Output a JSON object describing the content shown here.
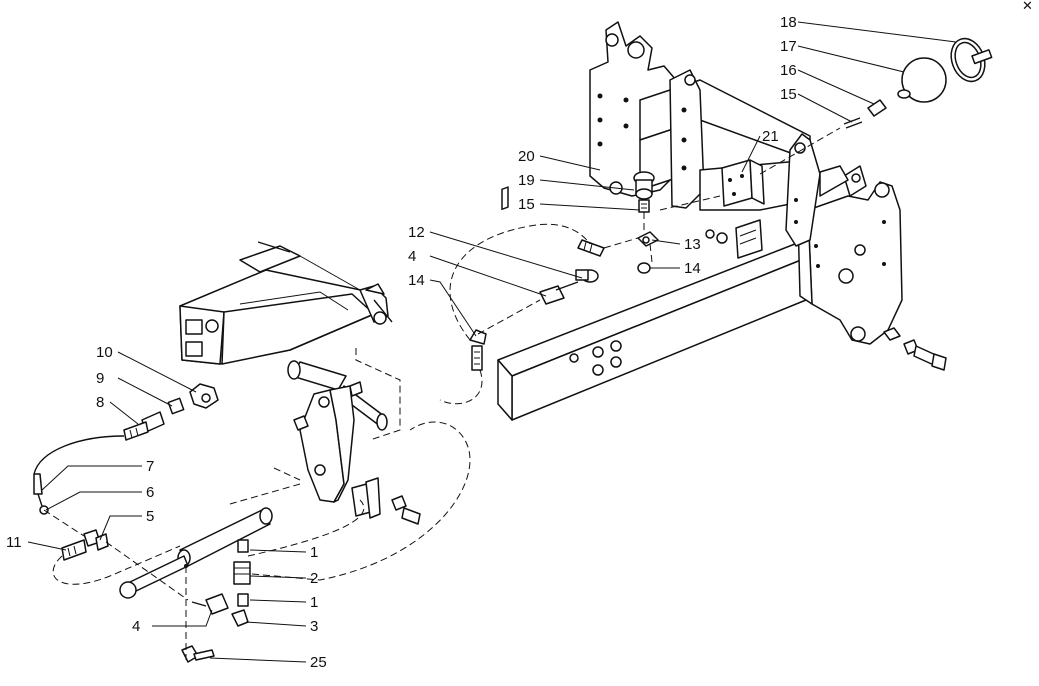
{
  "callouts": [
    {
      "label": "18"
    },
    {
      "label": "17"
    },
    {
      "label": "16"
    },
    {
      "label": "15"
    },
    {
      "label": "21"
    },
    {
      "label": "20"
    },
    {
      "label": "19"
    },
    {
      "label": "15"
    },
    {
      "label": "12"
    },
    {
      "label": "13"
    },
    {
      "label": "4"
    },
    {
      "label": "14"
    },
    {
      "label": "14"
    },
    {
      "label": "10"
    },
    {
      "label": "9"
    },
    {
      "label": "8"
    },
    {
      "label": "7"
    },
    {
      "label": "6"
    },
    {
      "label": "5"
    },
    {
      "label": "11"
    },
    {
      "label": "1"
    },
    {
      "label": "2"
    },
    {
      "label": "1"
    },
    {
      "label": "4"
    },
    {
      "label": "3"
    },
    {
      "label": "25"
    }
  ]
}
